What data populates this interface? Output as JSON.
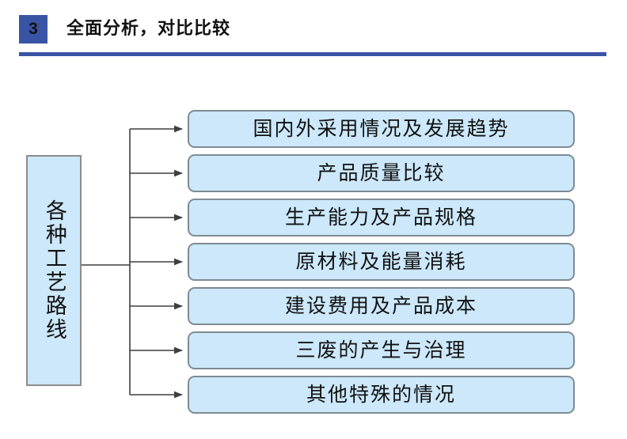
{
  "header": {
    "section_number": "3",
    "title": "全面分析，对比比较",
    "badge_color": "#3A54A5",
    "rule_color": "#3A54A5"
  },
  "diagram": {
    "type": "tree",
    "node_fill": "#CCE8FA",
    "node_border": "#7E8B93",
    "connector_color": "#3F3F3F",
    "root": {
      "label": "各种工艺路线",
      "orientation": "vertical"
    },
    "branches": [
      {
        "label": "国内外采用情况及发展趋势"
      },
      {
        "label": "产品质量比较"
      },
      {
        "label": "生产能力及产品规格"
      },
      {
        "label": "原材料及能量消耗"
      },
      {
        "label": "建设费用及产品成本"
      },
      {
        "label": "三废的产生与治理"
      },
      {
        "label": "其他特殊的情况"
      }
    ]
  }
}
